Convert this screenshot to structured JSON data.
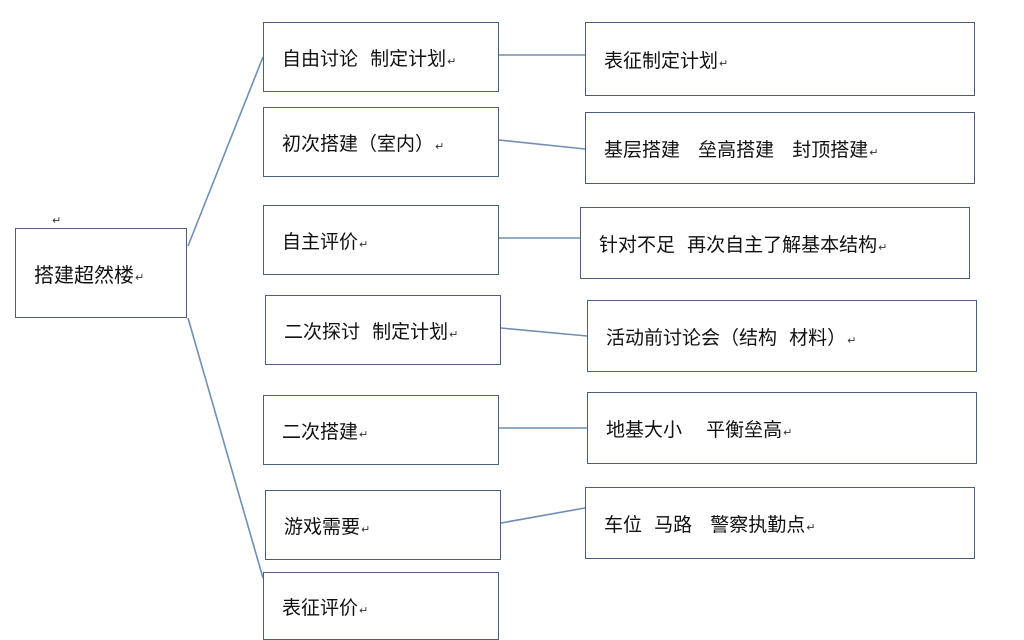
{
  "root": {
    "label": "搭建超然楼"
  },
  "para_mark": "↵",
  "steps": [
    {
      "label": "自由讨论  制定计划",
      "detail": "表征制定计划"
    },
    {
      "label": "初次搭建（室内）",
      "detail": "基层搭建   垒高搭建   封顶搭建"
    },
    {
      "label": "自主评价",
      "detail": "针对不足  再次自主了解基本结构"
    },
    {
      "label": "二次探讨  制定计划",
      "detail": "活动前讨论会（结构  材料）"
    },
    {
      "label": "二次搭建",
      "detail": "地基大小    平衡垒高"
    },
    {
      "label": "游戏需要",
      "detail": "车位  马路   警察执勤点"
    },
    {
      "label": "表征评价",
      "detail": null
    }
  ]
}
